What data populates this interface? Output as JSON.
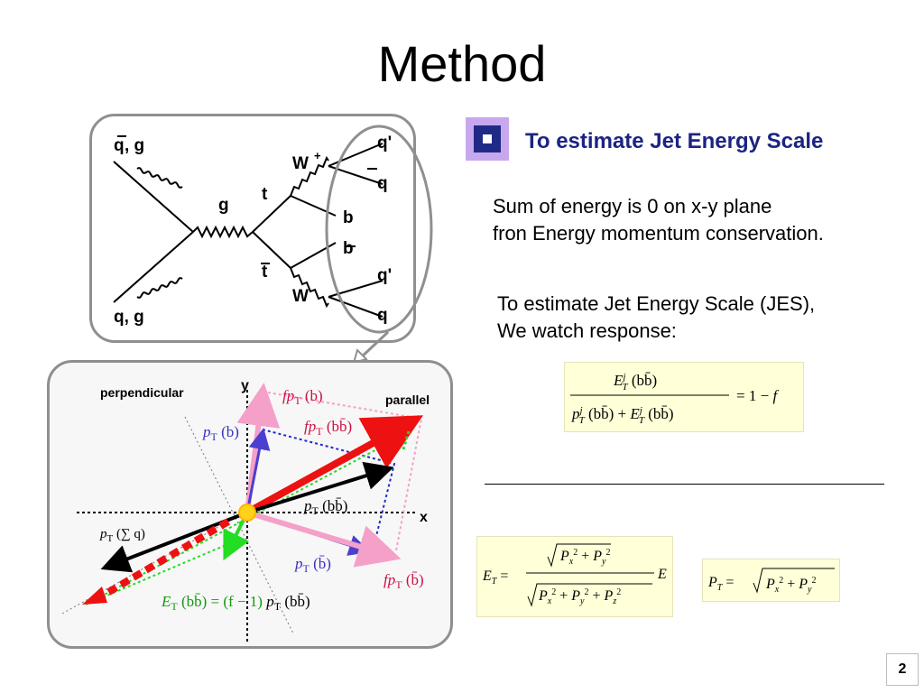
{
  "title": "Method",
  "heading": "To estimate Jet Energy Scale",
  "para1": [
    "Sum of energy is 0 on x-y plane",
    "fron Energy momentum conservation."
  ],
  "para2": [
    "To estimate Jet Energy Scale (JES),",
    "We watch response:"
  ],
  "page_number": "2",
  "feynman": {
    "labels": [
      "q",
      ", g",
      "q, g",
      "g",
      "t",
      "t",
      "W",
      "W",
      "q'",
      "q",
      "b",
      "b",
      "q'",
      "q"
    ],
    "superscripts": [
      "+",
      "-"
    ]
  },
  "vector_diagram": {
    "axis_y": "y",
    "axis_x": "x",
    "perpendicular": "perpendicular",
    "parallel": "parallel",
    "labels": {
      "fpT_b": "fp",
      "pT_b": "p",
      "fpT_bb": "fp",
      "pT_bb": "p",
      "pT_sum_q": "p",
      "pT_bbar": "p",
      "fpT_bbar": "fp",
      "ET_relation": "E"
    }
  },
  "formulas": {
    "response": "E_T^j(bb̄) / (p_T^j(bb̄) + E_T^j(bb̄)) = 1 − f",
    "et": "E_T = sqrt(P_x² + P_y²) / sqrt(P_x² + P_y² + P_z²) E",
    "pt": "P_T = sqrt(P_x² + P_y²)"
  },
  "colors": {
    "heading": "#1c2483",
    "bullet": "#c7a8ef",
    "formula_bg": "#ffffd8",
    "arrow_red": "#ee1111",
    "arrow_pink": "#f4a0c8",
    "arrow_blue": "#4b3fcf",
    "arrow_green": "#22dd22"
  }
}
